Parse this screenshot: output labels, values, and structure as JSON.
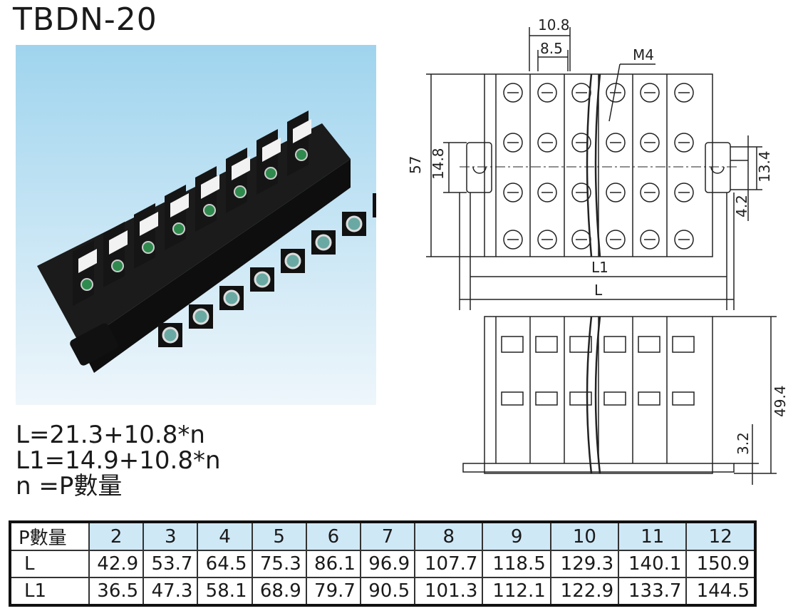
{
  "title": "TBDN-20",
  "formulas": [
    "L=21.3+10.8*n",
    "L1=14.9+10.8*n",
    "n =P數量"
  ],
  "drawing": {
    "dim_10_8": "10.8",
    "dim_8_5": "8.5",
    "dim_m4": "M4",
    "dim_57": "57",
    "dim_14_8": "14.8",
    "dim_13_4": "13.4",
    "dim_4_2": "4.2",
    "dim_L1": "L1",
    "dim_L": "L",
    "dim_49_4": "49.4",
    "dim_3_2": "3.2"
  },
  "table": {
    "header_label": "P數量",
    "p_values": [
      "2",
      "3",
      "4",
      "5",
      "6",
      "7",
      "8",
      "9",
      "10",
      "11",
      "12"
    ],
    "rows": [
      {
        "label": "L",
        "values": [
          "42.9",
          "53.7",
          "64.5",
          "75.3",
          "86.1",
          "96.9",
          "107.7",
          "118.5",
          "129.3",
          "140.1",
          "150.9"
        ]
      },
      {
        "label": "L1",
        "values": [
          "36.5",
          "47.3",
          "58.1",
          "68.9",
          "79.7",
          "90.5",
          "101.3",
          "112.1",
          "122.9",
          "133.7",
          "144.5"
        ]
      }
    ]
  },
  "colors": {
    "photo_bg_top": "#9fd4ee",
    "photo_bg_bottom": "#eef6fb",
    "table_head": "#cfe8f6"
  }
}
